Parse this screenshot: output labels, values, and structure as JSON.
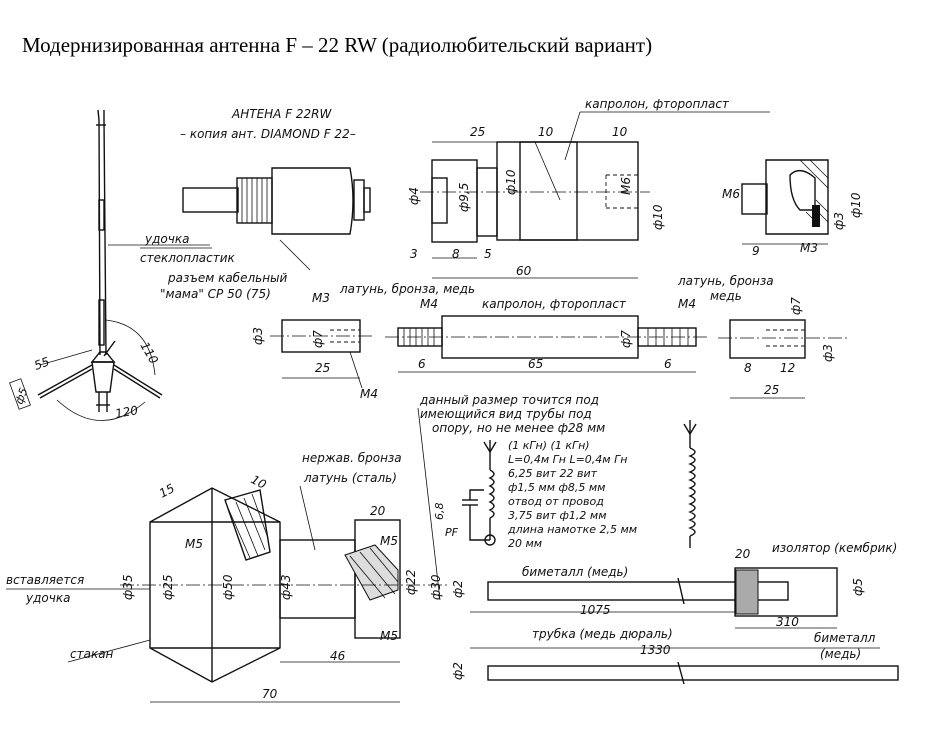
{
  "title": "Модернизированная антенна F – 22 RW (радиолюбительский вариант)",
  "header": {
    "name": "АНТЕНА F 22RW",
    "copy": "– копия ант. DIAMOND F 22–"
  },
  "labels": {
    "kapr_top": "капролон, фторопласт",
    "kapr_mid": "капролон, фторопласт",
    "udochka": "удочка",
    "stekloplastik": "стеклопластик",
    "razem1": "разъем кабельный",
    "razem2": "\"мама\" СР 50 (75)",
    "lat_bronze_med": "латунь, бронза, медь",
    "lat_bronze2": "латунь, бронза",
    "med": "медь",
    "size_note1": "данный размер точится под",
    "size_note2": "имеющийся вид трубы под",
    "size_note3": "опору, но не менее ф28 мм",
    "nerzh": "нержав. бронза",
    "latun_stal": "латунь (сталь)",
    "vstav1": "вставляется",
    "vstav2": "удочка",
    "stakan": "стакан",
    "bimetal1": "биметалл (медь)",
    "bimetal2a": "биметалл",
    "bimetal2b": "(медь)",
    "trubka": "трубка (медь дюраль)",
    "izolyator": "изолятор (кембрик)",
    "cap_val": "6,8",
    "cap_unit": "PF"
  },
  "coil": [
    "(1 кГн)    (1 кГн)",
    "L=0,4м Гн  L=0,4м Гн",
    "6,25 вит   22 вит",
    "ф1,5 мм    ф8,5 мм",
    "отвод от   провод",
    "3,75 вит   ф1,2 мм",
    "длина намотке 2,5 мм",
    "20 мм"
  ],
  "dims": {
    "d25a": "25",
    "d10a": "10",
    "d10b": "10",
    "d4": "ф4",
    "d95": "ф9,5",
    "d10c": "ф10",
    "m6a": "M6",
    "d10d": "ф10",
    "d3a": "3",
    "d8a": "8",
    "d5a": "5",
    "d60": "60",
    "m6b": "M6",
    "d3b": "ф3",
    "d10e": "ф10",
    "d9": "9",
    "m3a": "M3",
    "m3b": "M3",
    "m4a": "M4",
    "m4b": "M4",
    "m4c": "M4",
    "d3c": "ф3",
    "d7a": "ф7",
    "d25b": "25",
    "d6a": "6",
    "d65": "65",
    "d7b": "ф7",
    "d6b": "6",
    "d7c": "ф7",
    "d8b": "8",
    "d12": "12",
    "d3d": "ф3",
    "d25c": "25",
    "d55": "55",
    "d110": "110",
    "d120": "120",
    "d5": "ф5",
    "d15": "15",
    "d10f": "10",
    "m5a": "M5",
    "d35": "ф35",
    "d25d": "ф25",
    "d50": "ф50",
    "d43": "ф43",
    "d46": "46",
    "d70": "70",
    "d20a": "20",
    "m5b": "M5",
    "d22": "ф22",
    "d30": "ф30",
    "m5c": "M5",
    "d2a": "ф2",
    "d1075": "1075",
    "d20b": "20",
    "d5b": "ф5",
    "d310": "310",
    "d1330": "1330",
    "d2b": "ф2"
  }
}
